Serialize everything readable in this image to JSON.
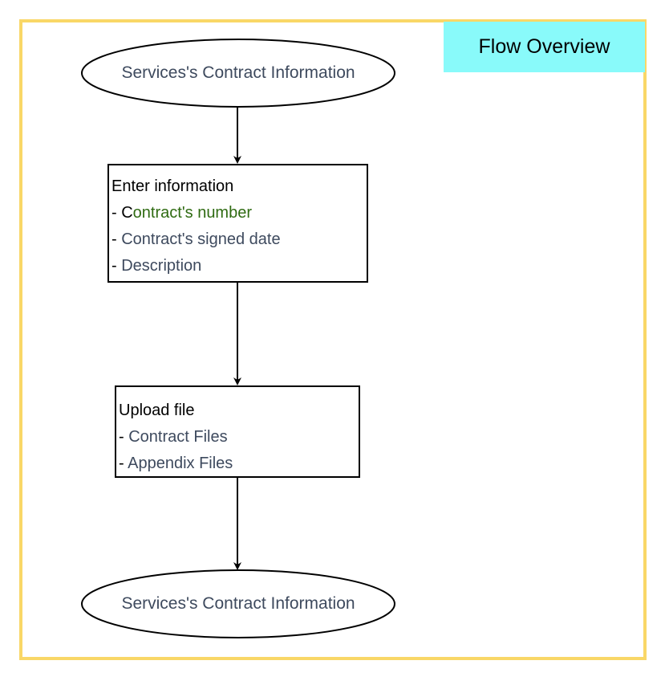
{
  "legend": {
    "label": "Flow Overview"
  },
  "start_node": {
    "label": "Services's Contract Information"
  },
  "enter_box": {
    "title": "Enter information",
    "items": [
      {
        "prefix": "- C",
        "text": "ontract's number",
        "color": "#2f6b12"
      },
      {
        "prefix": "- ",
        "text": "Contract's signed date",
        "color": "#3e4a5e"
      },
      {
        "prefix": "- ",
        "text": "Description",
        "color": "#3e4a5e"
      }
    ]
  },
  "upload_box": {
    "title": "Upload file",
    "items": [
      {
        "prefix": "- ",
        "text": "Contract Files",
        "color": "#3e4a5e"
      },
      {
        "prefix": "- ",
        "text": "Appendix Files",
        "color": "#3e4a5e"
      }
    ]
  },
  "end_node": {
    "label": "Services's Contract Information"
  },
  "colors": {
    "frame": "#f9d767",
    "legend_bg": "#89fafa"
  }
}
